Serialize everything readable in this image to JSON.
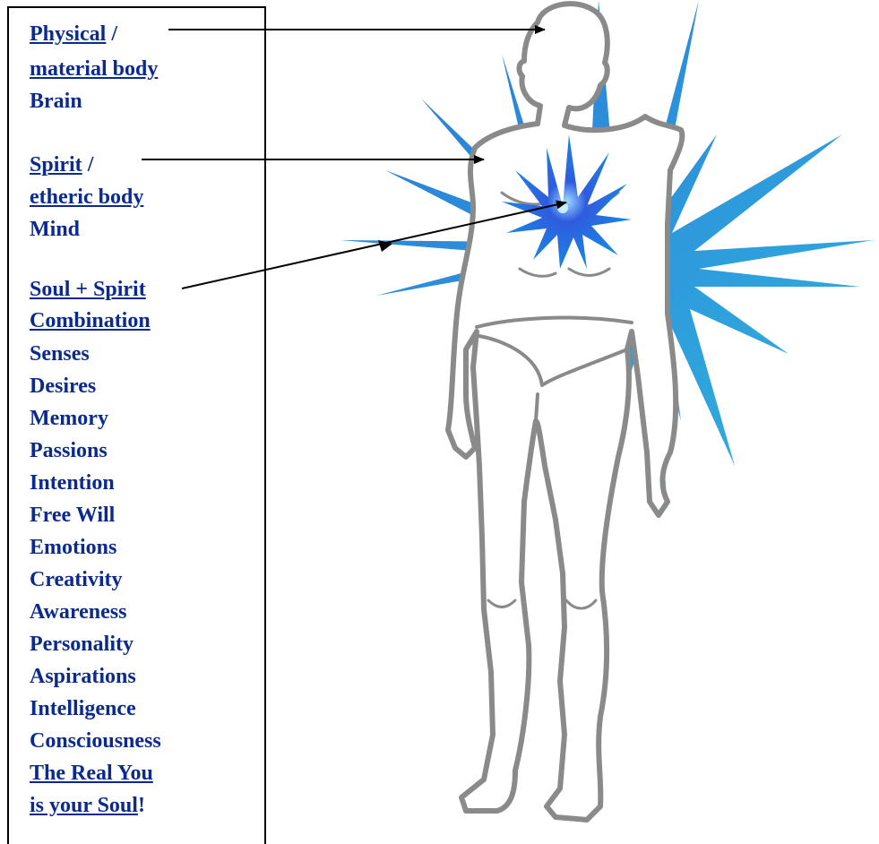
{
  "labels": {
    "physical": {
      "term": "Physical",
      "sep": " /",
      "sub": "material body",
      "organ": "Brain"
    },
    "spirit": {
      "term": "Spirit",
      "sep": " /",
      "sub": "etheric body",
      "organ": "Mind"
    },
    "soul": {
      "term": "Soul + Spirit",
      "sub": "Combination"
    }
  },
  "attributes": [
    "Senses",
    "Desires",
    "Memory",
    "Passions",
    "Intention",
    "Free Will",
    "Emotions",
    "Creativity",
    "Awareness",
    "Personality",
    "Aspirations",
    "Intelligence",
    "Consciousness"
  ],
  "closing": {
    "line1": "The Real You",
    "line2": "is your Soul",
    "punct": "!"
  },
  "colors": {
    "text": "#0a2a8f",
    "burst_dark": "#1533c8",
    "burst_light": "#1fa8d8",
    "body": "#8a8a8a"
  }
}
